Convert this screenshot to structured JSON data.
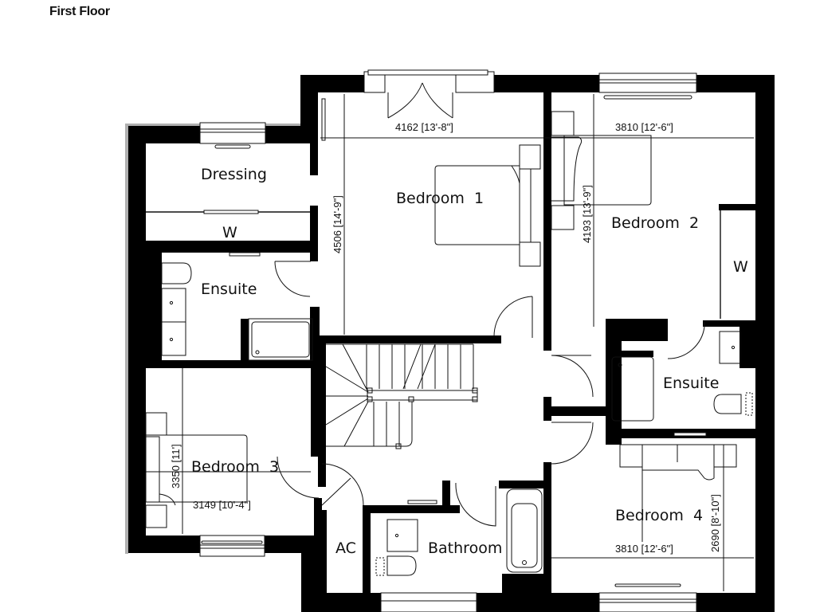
{
  "header": {
    "title": "First Floor"
  },
  "rooms": [
    {
      "id": "dressing",
      "label": "Dressing"
    },
    {
      "id": "dressing_wardrobe",
      "label": "W"
    },
    {
      "id": "ensuite_1",
      "label": "Ensuite"
    },
    {
      "id": "bedroom_1",
      "label": "Bedroom  1"
    },
    {
      "id": "bedroom_2",
      "label": "Bedroom  2"
    },
    {
      "id": "bedroom_2_wardrobe",
      "label": "W"
    },
    {
      "id": "ensuite_2",
      "label": "Ensuite"
    },
    {
      "id": "bedroom_3",
      "label": "Bedroom  3"
    },
    {
      "id": "bedroom_4",
      "label": "Bedroom  4"
    },
    {
      "id": "bathroom",
      "label": "Bathroom"
    },
    {
      "id": "airing_cupboard",
      "label": "AC"
    }
  ],
  "dimensions": {
    "bedroom_1_width": "4162 [13'-8\"]",
    "bedroom_1_length": "4506 [14'-9\"]",
    "bedroom_2_width": "3810 [12'-6\"]",
    "bedroom_2_length": "4193 [13'-9\"]",
    "bedroom_3_width": "3149 [10'-4\"]",
    "bedroom_3_length": "3350 [11']",
    "bedroom_4_width": "3810 [12'-6\"]",
    "bedroom_4_length": "2690 [8'-10\"]"
  },
  "colors": {
    "wall": "#000000",
    "background": "#ffffff",
    "line": "#111111"
  }
}
